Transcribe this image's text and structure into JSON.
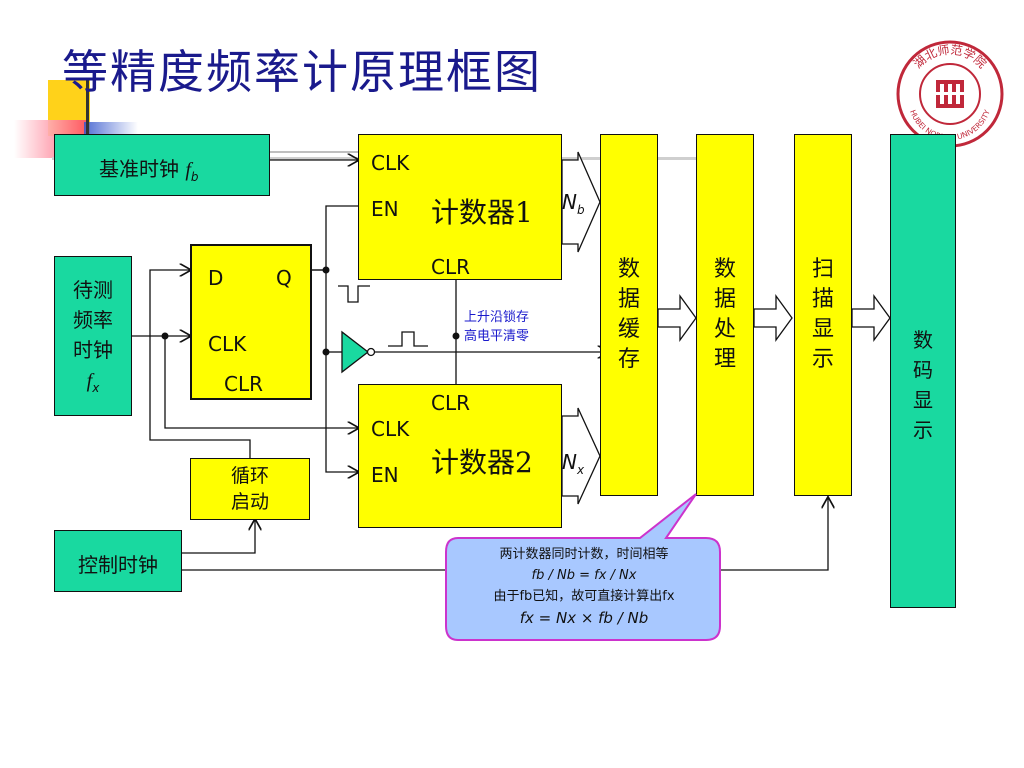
{
  "title": "等精度频率计原理框图",
  "logo": {
    "emblem_text": "湖北师范学院",
    "ring_text": "HUBEI NORMAL UNIVERSITY"
  },
  "blocks": {
    "ref_clock": {
      "label": "基准时钟",
      "symbol": "f",
      "sub": "b"
    },
    "measured_clock": {
      "line1": "待测",
      "line2": "频率",
      "line3": "时钟",
      "symbol": "f",
      "sub": "x"
    },
    "control_clock": {
      "label": "控制时钟"
    },
    "loop_start": {
      "line1": "循环",
      "line2": "启动"
    },
    "dff": {
      "d": "D",
      "q": "Q",
      "clk": "CLK",
      "clr": "CLR"
    },
    "counter1": {
      "clk": "CLK",
      "en": "EN",
      "name": "计数器1",
      "clr": "CLR"
    },
    "counter2": {
      "clk": "CLK",
      "en": "EN",
      "name": "计数器2",
      "clr": "CLR"
    },
    "nb": {
      "symbol": "N",
      "sub": "b"
    },
    "nx": {
      "symbol": "N",
      "sub": "x"
    },
    "data_buffer": [
      "数",
      "据",
      "缓",
      "存"
    ],
    "data_process": [
      "数",
      "据",
      "处",
      "理"
    ],
    "scan_display": [
      "扫",
      "描",
      "显",
      "示"
    ],
    "digital_display": [
      "数",
      "码",
      "显",
      "示"
    ]
  },
  "wire_note": {
    "line1": "上升沿锁存",
    "line2": "高电平清零"
  },
  "callout": {
    "line1": "两计数器同时计数，时间相等",
    "line2": "fb / Nb = fx / Nx",
    "line3": "由于fb已知，故可直接计算出fx",
    "line4": "fx  = Nx × fb / Nb"
  },
  "colors": {
    "green": "#19d9a0",
    "yellow": "#ffff00",
    "title": "#1a1a8c",
    "callout_fill": "#a8c8ff",
    "callout_border": "#cc33cc",
    "note_text": "#1a1acc"
  }
}
